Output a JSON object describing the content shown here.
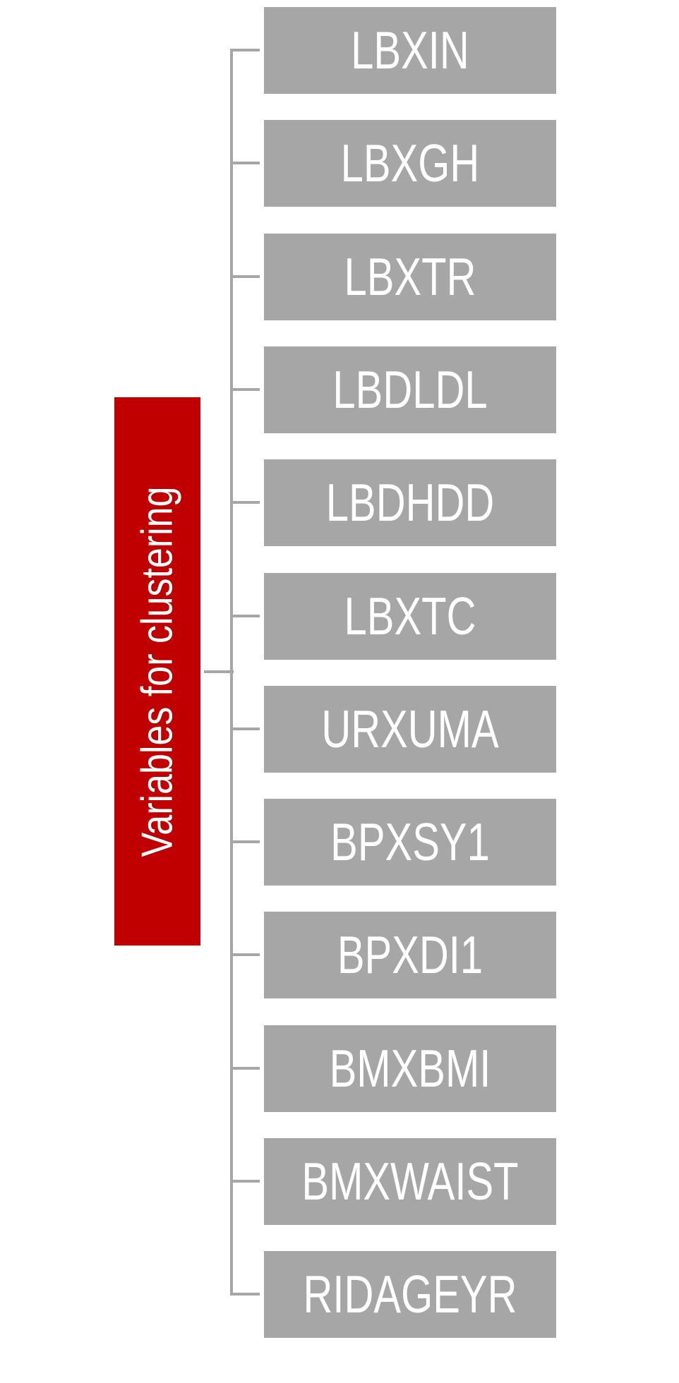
{
  "root": {
    "label": "Variables for clustering",
    "color": "#c00000"
  },
  "node_color": "#a6a6a6",
  "variables": [
    "LBXIN",
    "LBXGH",
    "LBXTR",
    "LBDLDL",
    "LBDHDD",
    "LBXTC",
    "URXUMA",
    "BPXSY1",
    "BPXDI1",
    "BMXBMI",
    "BMXWAIST",
    "RIDAGEYR"
  ]
}
